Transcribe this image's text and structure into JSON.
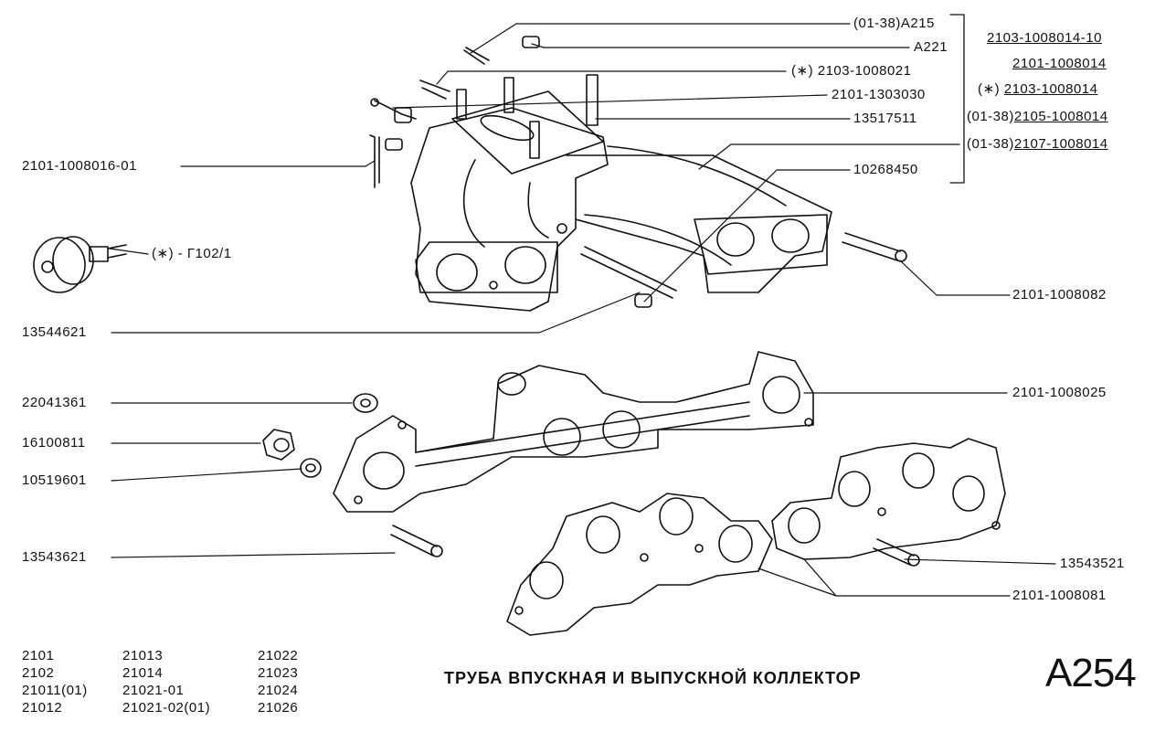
{
  "callouts": {
    "a215": "(01-38)A215",
    "a221": "A221",
    "p2103_1008021": "(∗) 2103-1008021",
    "p2101_1303030": "2101-1303030",
    "p13517511": "13517511",
    "p10268450": "10268450",
    "p2101_1008016_01": "2101-1008016-01",
    "g102": "(∗) - Г102/1",
    "p2101_1008082": "2101-1008082",
    "p13544621": "13544621",
    "p22041361": "22041361",
    "p16100811": "16100811",
    "p10519601": "10519601",
    "p13543621": "13543621",
    "p2101_1008025": "2101-1008025",
    "p13543521": "13543521",
    "p2101_1008081": "2101-1008081"
  },
  "bracket_list": {
    "item1": "2103-1008014-10",
    "item2": "2101-1008014",
    "item3_prefix": "(∗)",
    "item3": "2103-1008014",
    "item4_prefix": "(01-38)",
    "item4": "2105-1008014",
    "item5_prefix": "(01-38)",
    "item5": "2107-1008014"
  },
  "models": {
    "col1": [
      "2101",
      "2102",
      "21011(01)",
      "21012"
    ],
    "col2": [
      "21013",
      "21014",
      "21021-01",
      "21021-02(01)"
    ],
    "col3": [
      "21022",
      "21023",
      "21024",
      "21026"
    ]
  },
  "title": "ТРУБА  ВПУСКНАЯ  И  ВЫПУСКНОЙ  КОЛЛЕКТОР",
  "page_code": "A254"
}
